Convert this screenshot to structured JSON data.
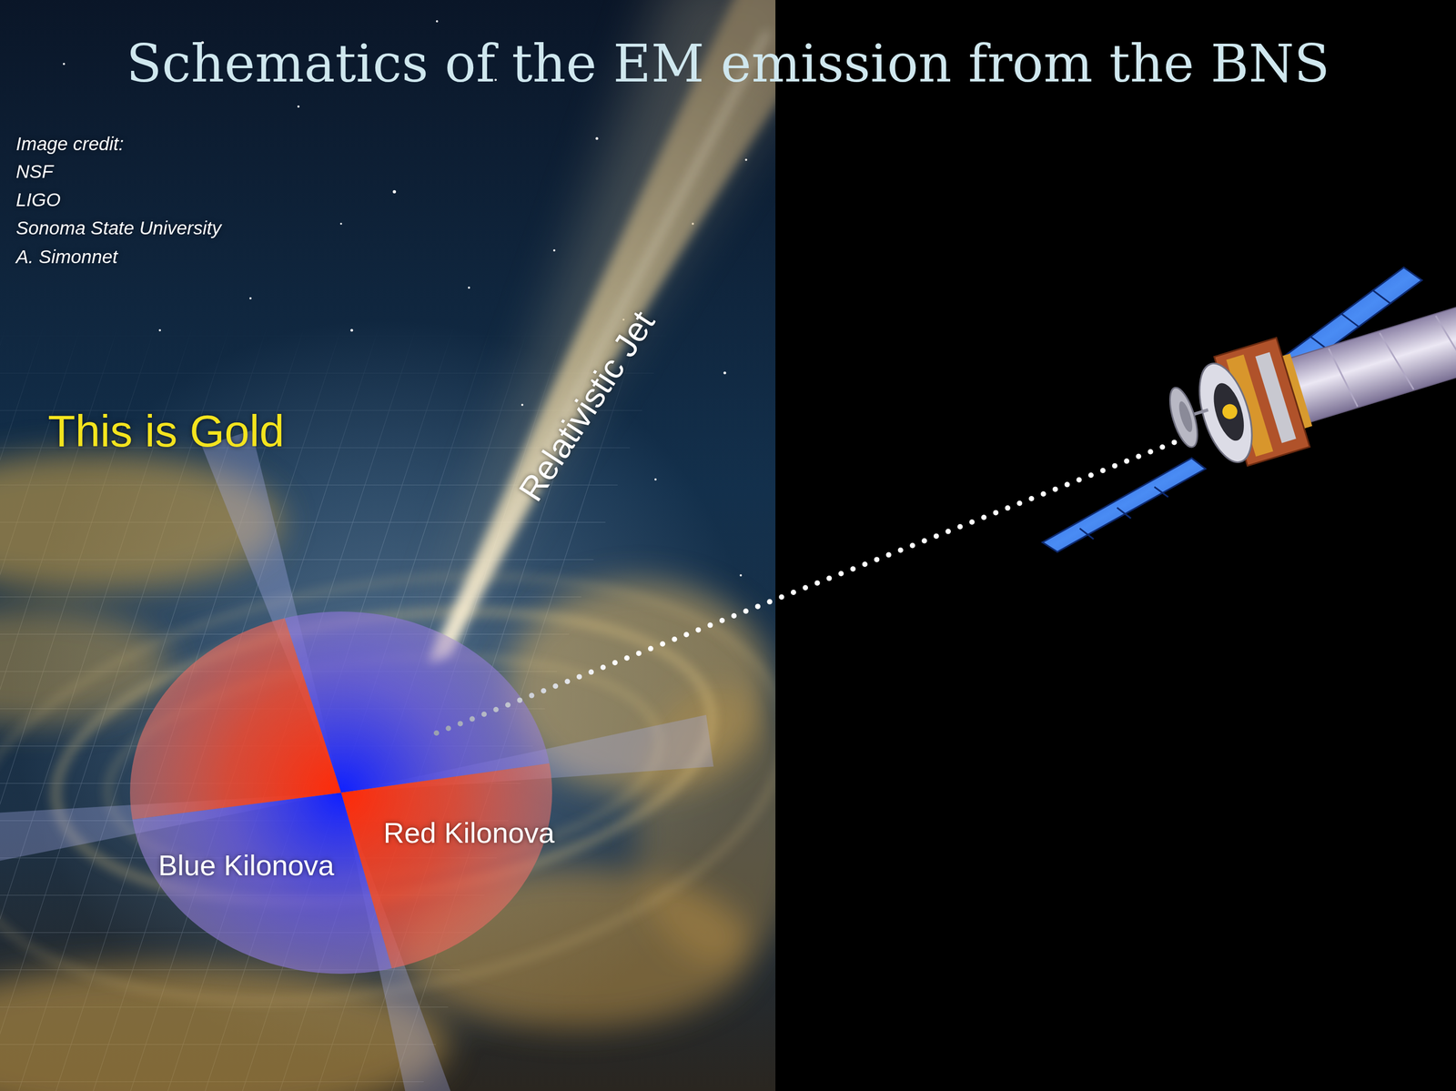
{
  "diagram": {
    "title": "Schematics of the EM emission from the BNS",
    "nodes": [
      {
        "text": [
          "Relativistic Jet"
        ]
      },
      {
        "text": [
          "Blue Kilonova"
        ]
      },
      {
        "text": [
          "Red Kilonova"
        ]
      }
    ],
    "labels": [
      "Image credit:",
      "NSF",
      "LIGO",
      "Sonoma State University",
      "A. Simonnet",
      "This is Gold"
    ]
  }
}
